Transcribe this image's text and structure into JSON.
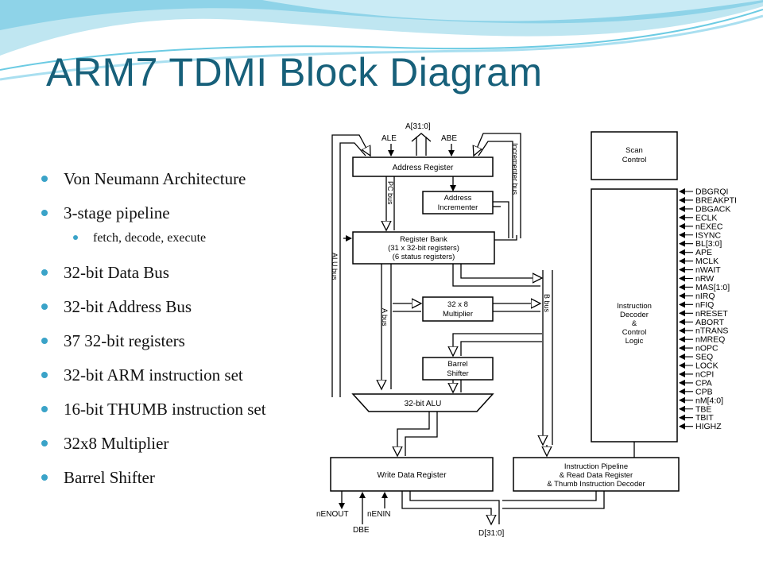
{
  "title": "ARM7 TDMI Block Diagram",
  "bullets": [
    "Von Neumann Architecture",
    "3-stage pipeline",
    "fetch, decode, execute",
    "32-bit Data Bus",
    "32-bit Address Bus",
    "37  32-bit registers",
    "32-bit ARM instruction set",
    "16-bit THUMB instruction set",
    "32x8 Multiplier",
    "Barrel Shifter"
  ],
  "diagram": {
    "top_labels": {
      "address_bus": "A[31:0]",
      "ale": "ALE",
      "abe": "ABE"
    },
    "incrementer_bus": "Incrementer bus",
    "pc_bus": "PC bus",
    "alu_bus": "ALU bus",
    "a_bus": "A bus",
    "b_bus": "B bus",
    "blocks": {
      "address_register": "Address Register",
      "address_incrementer": [
        "Address",
        "Incrementer"
      ],
      "register_bank": [
        "Register Bank",
        "(31 x 32-bit registers)",
        "(6 status registers)"
      ],
      "multiplier": [
        "32 x 8",
        "Multiplier"
      ],
      "barrel_shifter": [
        "Barrel",
        "Shifter"
      ],
      "alu": "32-bit ALU",
      "write_data_register": "Write Data Register",
      "instruction_pipeline": [
        "Instruction Pipeline",
        "& Read Data Register",
        "& Thumb Instruction Decoder"
      ],
      "scan_control": [
        "Scan",
        "Control"
      ],
      "instruction_decoder": [
        "Instruction",
        "Decoder",
        "&",
        "Control",
        "Logic"
      ]
    },
    "control_signals": [
      "DBGRQI",
      "BREAKPTI",
      "DBGACK",
      "ECLK",
      "nEXEC",
      "ISYNC",
      "BL[3:0]",
      "APE",
      "MCLK",
      "nWAIT",
      "nRW",
      "MAS[1:0]",
      "nIRQ",
      "nFIQ",
      "nRESET",
      "ABORT",
      "nTRANS",
      "nMREQ",
      "nOPC",
      "SEQ",
      "LOCK",
      "nCPI",
      "CPA",
      "CPB",
      "nM[4:0]",
      "TBE",
      "TBIT",
      "HIGHZ"
    ],
    "bottom_labels": {
      "nenout": "nENOUT",
      "nenin": "nENIN",
      "dbe": "DBE",
      "data_bus": "D[31:0]"
    }
  }
}
